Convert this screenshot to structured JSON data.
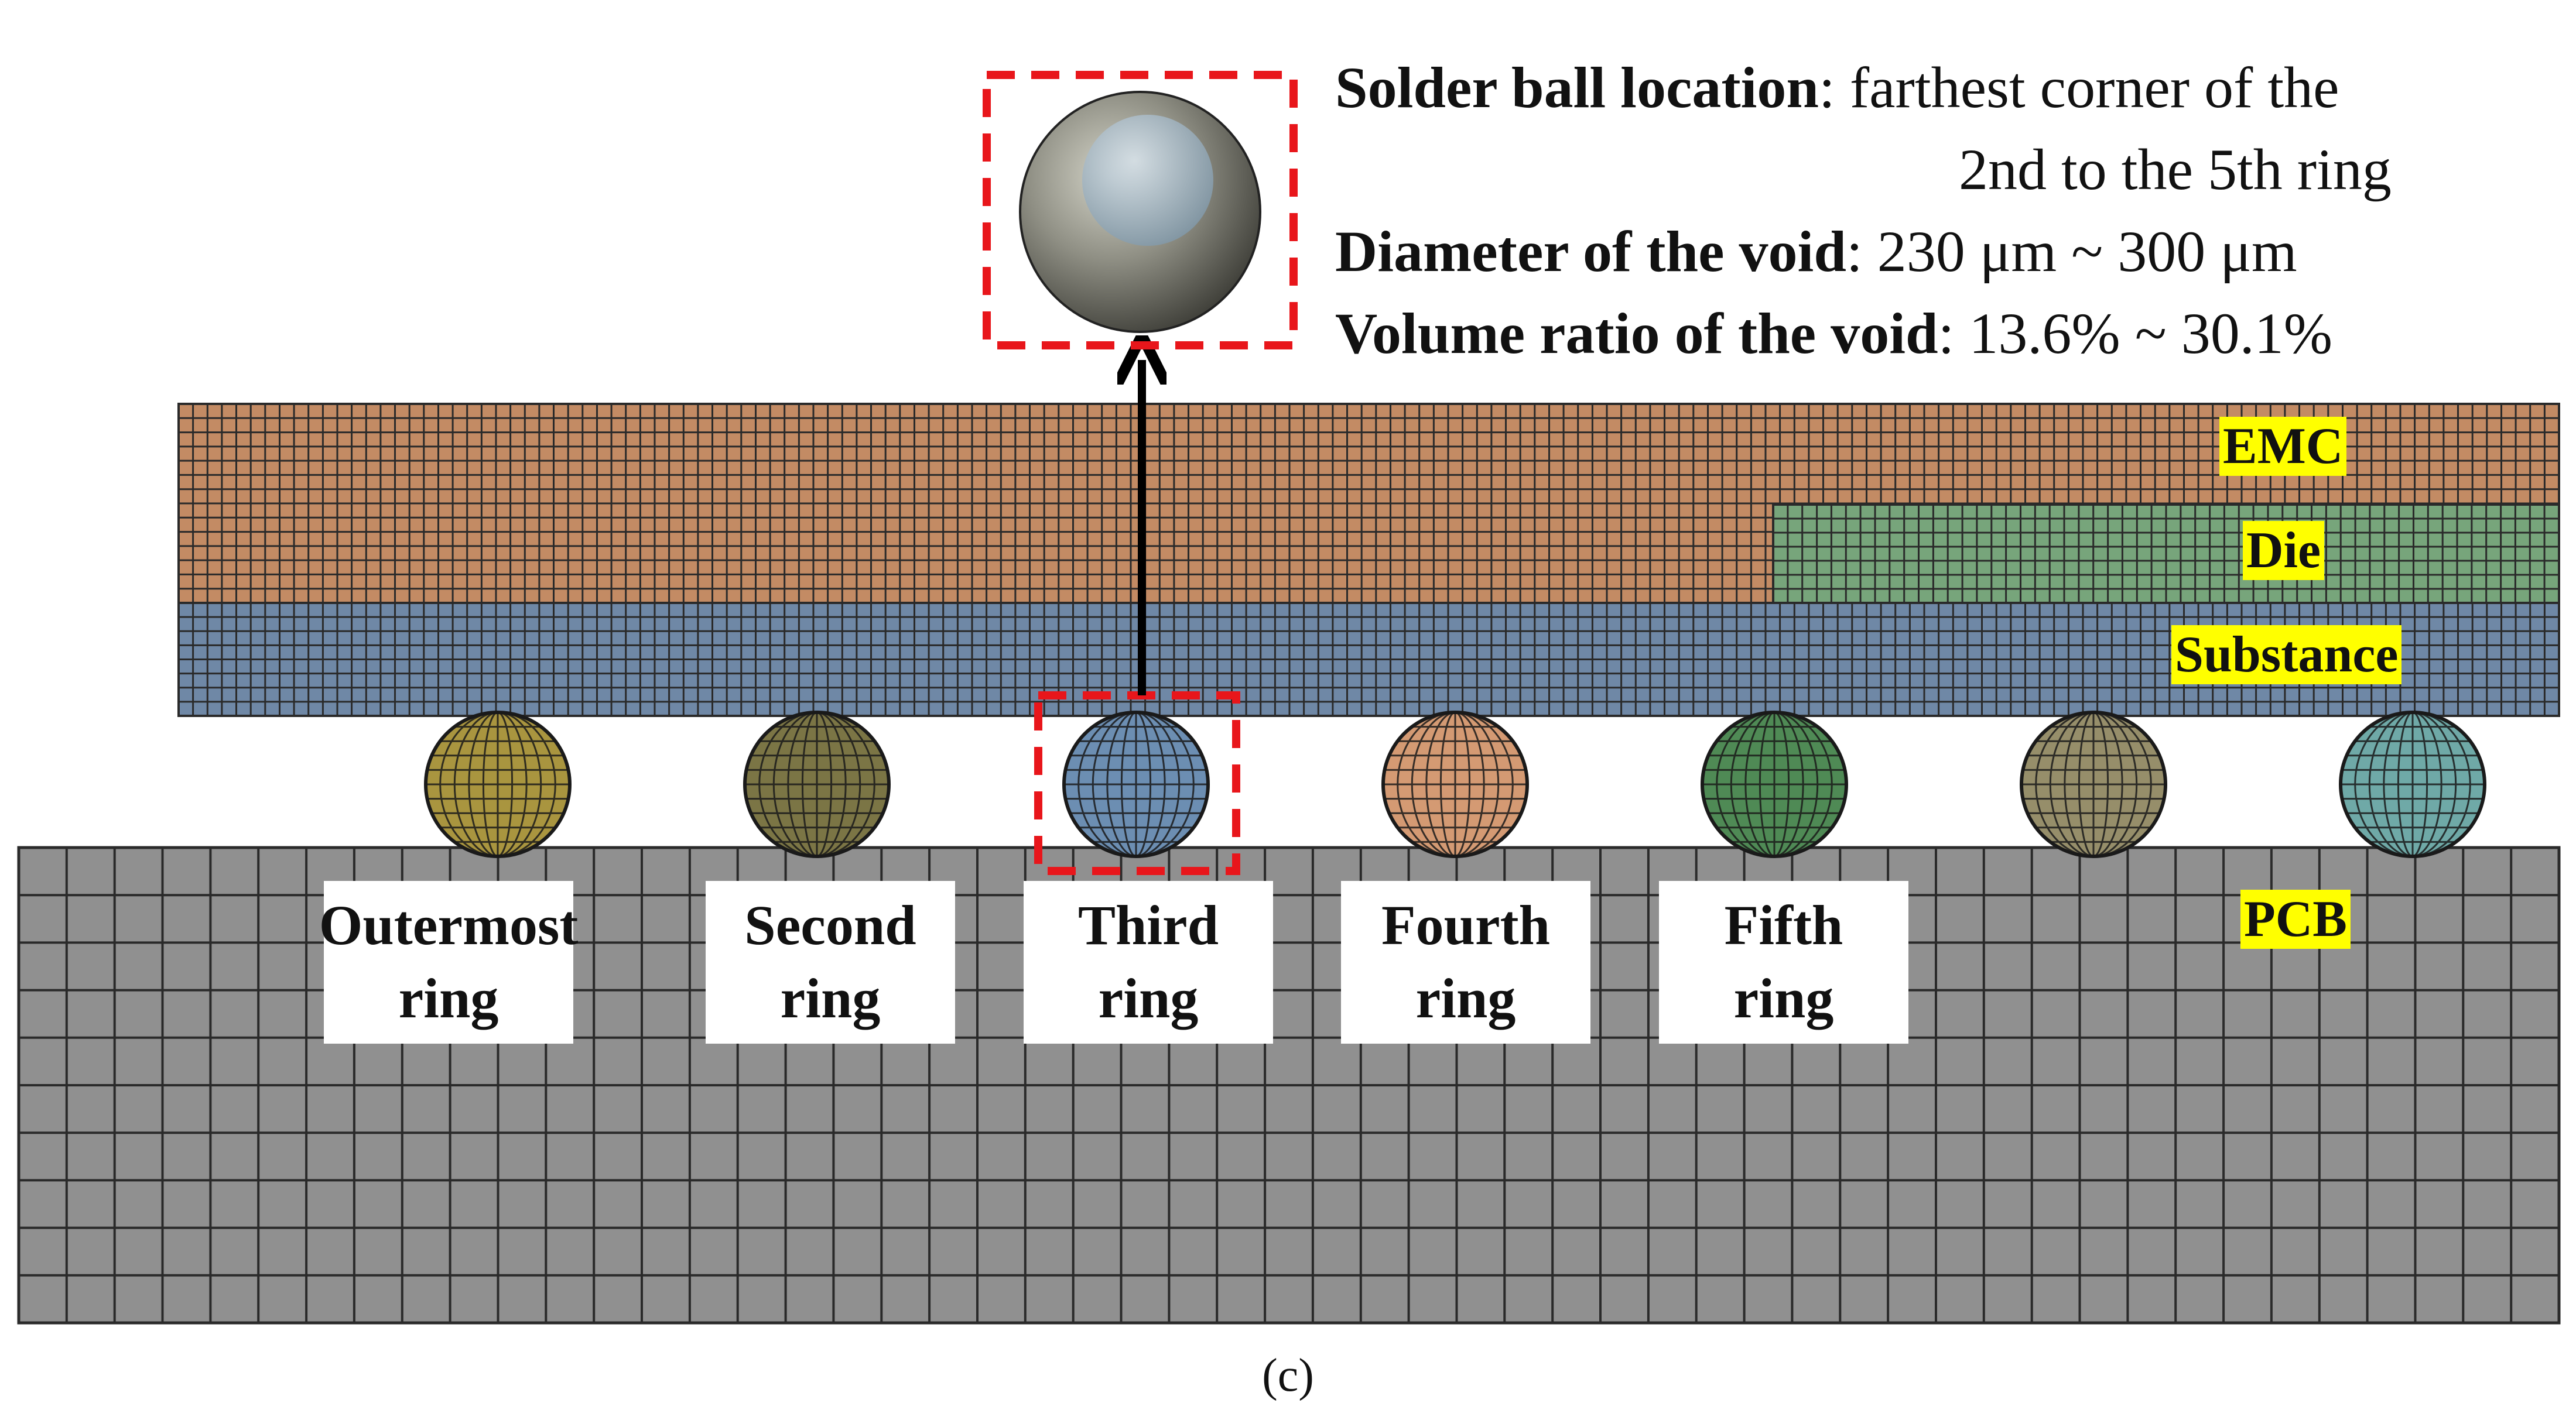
{
  "info": {
    "location_label": "Solder ball location",
    "location_value_line1": "farthest corner of the",
    "location_value_line2": "2nd to the 5th ring",
    "diameter_label": "Diameter of the void",
    "diameter_value": "230 μm ~ 300 μm",
    "volume_label": "Volume ratio of the void",
    "volume_value": "13.6% ~ 30.1%",
    "separator": ": "
  },
  "layers": {
    "emc": "EMC",
    "die": "Die",
    "substance": "Substance",
    "pcb": "PCB"
  },
  "rings": [
    {
      "line1": "Outermost",
      "line2": "ring"
    },
    {
      "line1": "Second",
      "line2": "ring"
    },
    {
      "line1": "Third",
      "line2": "ring"
    },
    {
      "line1": "Fourth",
      "line2": "ring"
    },
    {
      "line1": "Fifth",
      "line2": "ring"
    }
  ],
  "caption": "(c)",
  "colors": {
    "emc": "#c38b64",
    "die": "#77a57b",
    "substance": "#6f88a6",
    "pcb": "#909090",
    "mesh": "#2a2a2a",
    "highlight_box": "#e8161b",
    "tag_bg": "#ffff00",
    "balls": [
      "#a9953f",
      "#7b7545",
      "#6c8eb2",
      "#d49a73",
      "#4f8a55",
      "#968e6a",
      "#6fa9a7"
    ]
  }
}
